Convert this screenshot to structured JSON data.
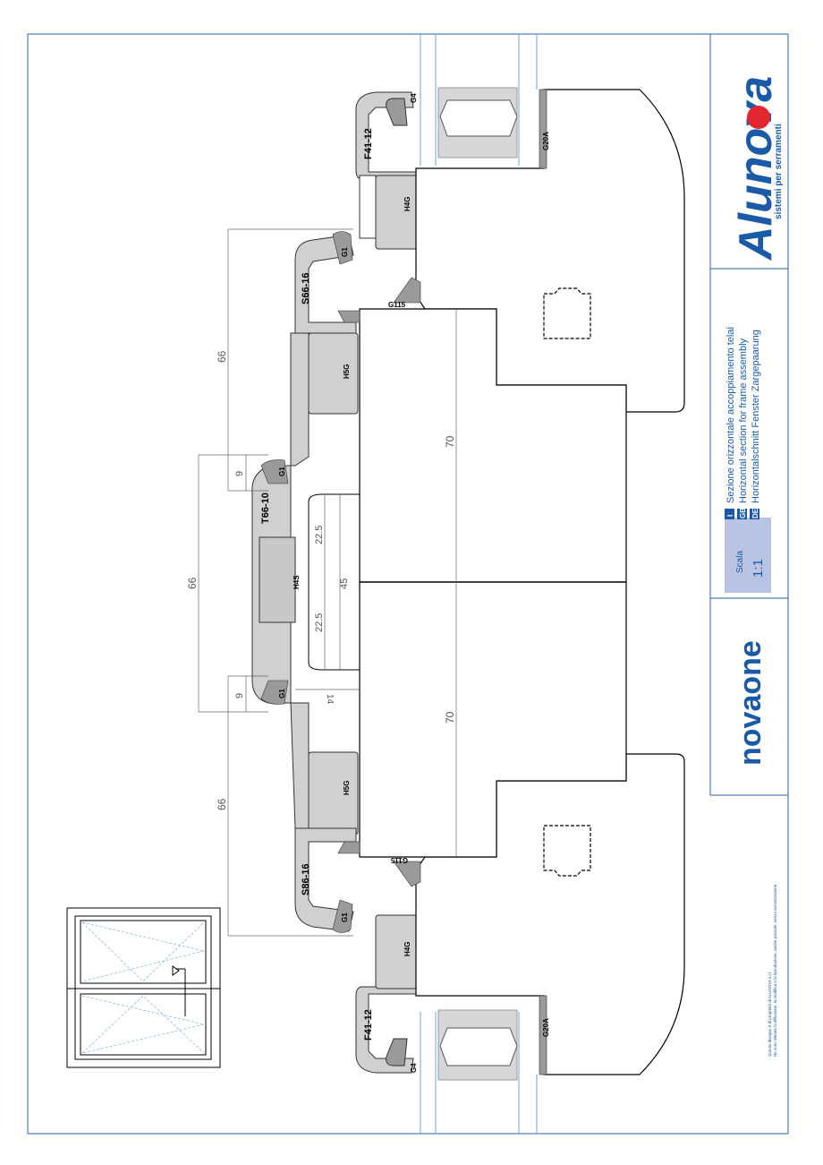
{
  "brand": {
    "aluminium_logo": "Alunova",
    "tagline": "sistemi per serramenti",
    "series_logo": "novaone",
    "series_color": "#e3262f",
    "brand_blue": "#1a5aa7"
  },
  "drawing": {
    "scale_label": "Scala",
    "scale_value": "1:1",
    "titles": [
      {
        "code": "I",
        "text": "Sezione orizzontale accoppiamento telai"
      },
      {
        "code": "GB",
        "text": "Horizontal section for frame assembly"
      },
      {
        "code": "DE",
        "text": "Horizontalschnitt Fenster Zargepaarung"
      }
    ],
    "disclaimer_1": "Questo disegno è di proprietà di ALUNOVA s.r.l.",
    "disclaimer_2": "Ne sono Vietate la diffusione, la modifica e la riproduzione, anche parziale, senza autorizzazione."
  },
  "profiles": {
    "f41_top": "F41-12",
    "f41_bottom": "F41-12",
    "s66": "S66-16",
    "s86": "S86-16",
    "t66": "T66-10"
  },
  "gaskets": {
    "g4_top": "G4",
    "g4_bottom": "G4",
    "g1_a": "G1",
    "g1_b": "G1",
    "g1_c": "G1",
    "g1_d": "G1",
    "g20a_top": "G20A",
    "g20a_bottom": "G20A",
    "g115_top": "G115",
    "g115_bottom": "G115",
    "h4g_top": "H4G",
    "h4g_bottom": "H4G",
    "h5g_top": "H5G",
    "h5g_bottom": "H5G",
    "h4s": "H4S"
  },
  "dimensions": {
    "d66_top": "66",
    "d66_mid": "66",
    "d66_bottom": "66",
    "d9_top": "9",
    "d9_bottom": "9",
    "d70_top": "70",
    "d70_bottom": "70",
    "d22_5_top": "22.5",
    "d22_5_bottom": "22.5",
    "d45": "45",
    "d14": "14"
  }
}
